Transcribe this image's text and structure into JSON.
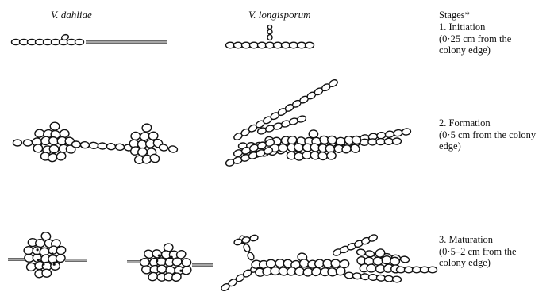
{
  "columns": {
    "left": "V. dahliae",
    "right": "V. longisporum"
  },
  "stages": {
    "heading": "Stages*",
    "items": [
      {
        "title": "1. Initiation",
        "desc": [
          "(0·25 cm from the",
          "colony edge)"
        ]
      },
      {
        "title": "2. Formation",
        "desc": [
          "(0·5 cm from the colony",
          "edge)"
        ]
      },
      {
        "title": "3. Maturation",
        "desc": [
          "(0·5–2 cm from the",
          "colony edge)"
        ]
      }
    ]
  }
}
